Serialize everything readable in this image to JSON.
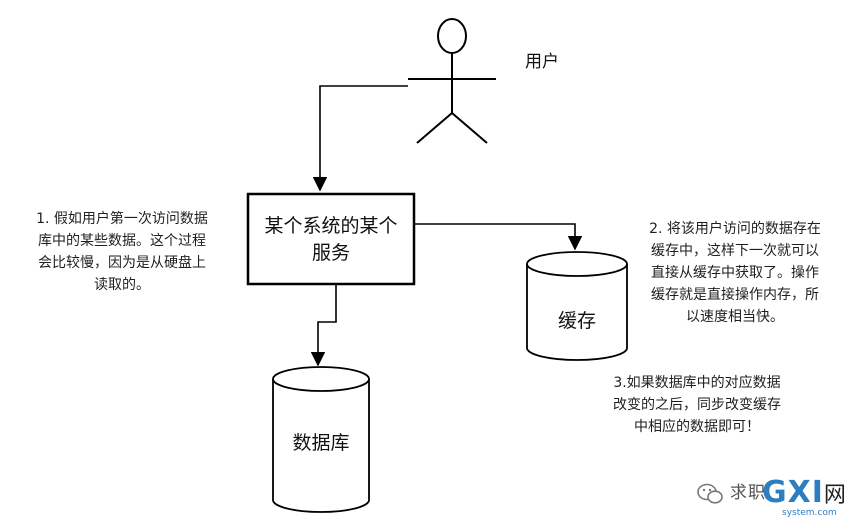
{
  "actor": {
    "label": "用户"
  },
  "service": {
    "line1": "某个系统的某个",
    "line2": "服务"
  },
  "cache": {
    "label": "缓存"
  },
  "database": {
    "label": "数据库"
  },
  "notes": {
    "note1": [
      "1. 假如用户第一次访问数据",
      "库中的某些数据。这个过程",
      "会比较慢，因为是从硬盘上",
      "读取的。"
    ],
    "note2": [
      "2. 将该用户访问的数据存在",
      "缓存中，这样下一次就可以",
      "直接从缓存中获取了。操作",
      "缓存就是直接操作内存，所",
      "以速度相当快。"
    ],
    "note3": [
      "3.如果数据库中的对应数据",
      "改变的之后，同步改变缓存",
      "中相应的数据即可！"
    ]
  },
  "watermark": {
    "text": "求职",
    "logo": "GXI",
    "logo_suffix": "网",
    "domain": "system.com"
  },
  "colors": {
    "stroke": "#000000",
    "logo_blue": "#2f7dc1"
  }
}
